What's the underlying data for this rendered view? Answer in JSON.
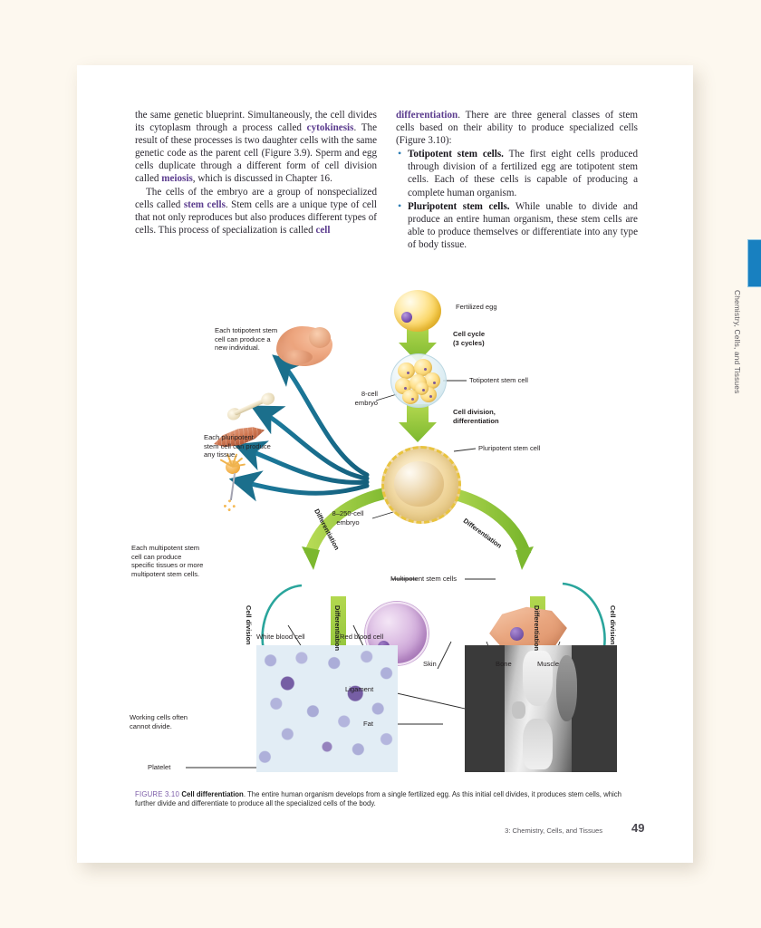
{
  "page": {
    "folio": "49",
    "footer_running_head": "3: Chemistry, Cells, and Tissues",
    "side_running_head": "Chemistry, Cells, and Tissues",
    "thumb_tab_color": "#1880c0"
  },
  "body": {
    "left_column": {
      "para1_part1": "the same genetic blueprint. Simultaneously, the cell divides its cytoplasm through a process called ",
      "term_cytokinesis": "cytokinesis",
      "para1_part2": ". The result of these processes is two daughter cells with the same genetic code as the parent cell (Figure 3.9). Sperm and egg cells duplicate through a different form of cell division called ",
      "term_meiosis": "meiosis",
      "para1_part3": ", which is discussed in Chapter 16.",
      "para2_part1": "The cells of the embryo are a group of nonspecialized cells called ",
      "term_stem_cells": "stem cells",
      "para2_part2": ". Stem cells are a unique type of cell that not only reproduces but also produces different types of cells. This process of specialization is called ",
      "term_cell": "cell"
    },
    "right_column": {
      "term_differentiation": "differentiation",
      "para_part1": ". There are three general classes of stem cells based on their ability to produce specialized cells (Figure 3.10):",
      "bullets": [
        {
          "run_in": "Totipotent stem cells.",
          "text": " The first eight cells produced through division of a fertilized egg are totipotent stem cells. Each of these cells is capable of producing a complete human organism."
        },
        {
          "run_in": "Pluripotent stem cells.",
          "text": " While unable to divide and produce an entire human organism, these stem cells are able to produce themselves or differentiate into any type of body tissue."
        }
      ]
    }
  },
  "figure": {
    "labels": {
      "totipotent_note": "Each totipotent stem\ncell can produce a\nnew individual.",
      "pluripotent_note": "Each pluripotent\nstem cell can produce\nany tissue.",
      "multipotent_note": "Each multipotent stem\ncell can produce\nspecific tissues or more\nmultipotent stem cells.",
      "working_cells_note": "Working cells often\ncannot divide.",
      "fertilized_egg": "Fertilized egg",
      "cell_cycle": "Cell cycle\n(3 cycles)",
      "totipotent_stem_cell": "Totipotent stem cell",
      "eight_cell_embryo": "8-cell\nembryo",
      "cell_division_differentiation": "Cell division,\ndifferentiation",
      "pluripotent_stem_cell": "Pluripotent stem cell",
      "embryo_8_250": "8–250-cell\nembryo",
      "multipotent_stem_cells": "Multipotent stem cells",
      "differentiation_left_arc": "Differentiation",
      "differentiation_right_arc": "Differentiation",
      "cell_division_left_arc": "Cell division",
      "cell_division_right_arc": "Cell division",
      "differentiation_down_left": "Differentiation",
      "differentiation_down_right": "Differentiation",
      "white_blood_cell": "White blood cell",
      "red_blood_cell": "Red blood cell",
      "platelet": "Platelet",
      "skin": "Skin",
      "bone": "Bone",
      "muscle": "Muscle",
      "ligament": "Ligament",
      "fat": "Fat"
    },
    "colors": {
      "green_arrow": "#8cc63f",
      "teal_arrow": "#1b6f8c",
      "teal_arc": "#2aa59c",
      "egg_yellow": "#f7c93f"
    }
  },
  "caption": {
    "figure_number": "FIGURE 3.10 ",
    "title": "Cell differentiation",
    "text": ". The entire human organism develops from a single fertilized egg. As this initial cell divides, it produces stem cells, which further divide and differentiate to produce all the specialized cells of the body."
  }
}
